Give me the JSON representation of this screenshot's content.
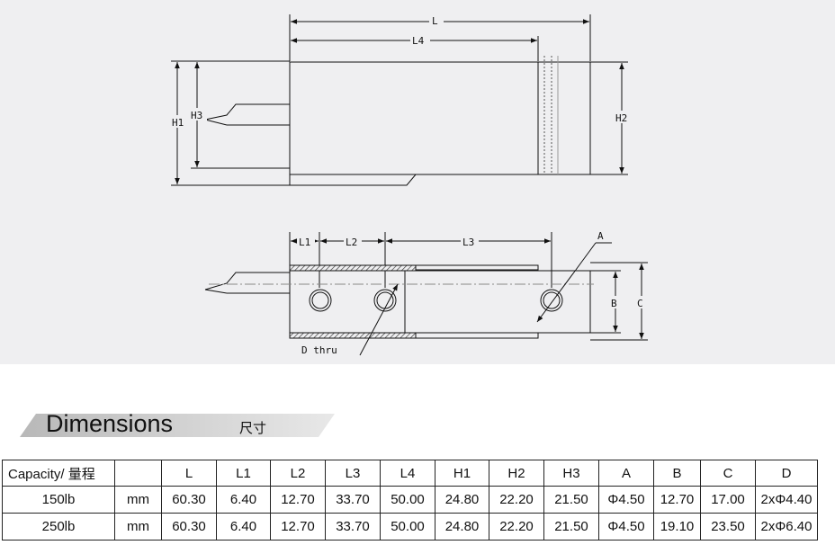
{
  "drawing": {
    "labels": {
      "L": "L",
      "L4": "L4",
      "H1": "H1",
      "H2": "H2",
      "H3": "H3",
      "L1": "L1",
      "L2": "L2",
      "L3": "L3",
      "A": "A",
      "B": "B",
      "C": "C",
      "D_thru": "D thru"
    }
  },
  "section": {
    "title": "Dimensions",
    "subtitle": "尺寸"
  },
  "table": {
    "headers": [
      "Capacity/ 量程",
      "",
      "L",
      "L1",
      "L2",
      "L3",
      "L4",
      "H1",
      "H2",
      "H3",
      "A",
      "B",
      "C",
      "D"
    ],
    "rows": [
      [
        "150lb",
        "mm",
        "60.30",
        "6.40",
        "12.70",
        "33.70",
        "50.00",
        "24.80",
        "22.20",
        "21.50",
        "Φ4.50",
        "12.70",
        "17.00",
        "2xΦ4.40"
      ],
      [
        "250lb",
        "mm",
        "60.30",
        "6.40",
        "12.70",
        "33.70",
        "50.00",
        "24.80",
        "22.20",
        "21.50",
        "Φ4.50",
        "19.10",
        "23.50",
        "2xΦ6.40"
      ]
    ]
  }
}
